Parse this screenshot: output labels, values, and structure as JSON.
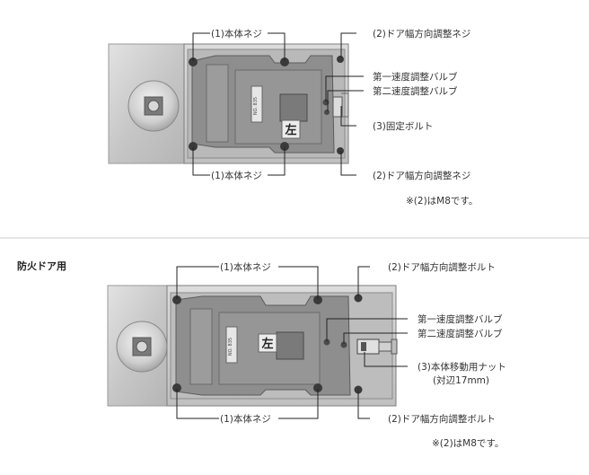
{
  "section1": {
    "labels": {
      "screw1_top": "(1)本体ネジ",
      "screw2_top": "(2)ドア幅方向調整ネジ",
      "valve1": "第一速度調整バルブ",
      "valve2": "第二速度調整バルブ",
      "bolt3": "(3)固定ボルト",
      "screw1_bottom": "(1)本体ネジ",
      "screw2_bottom": "(2)ドア幅方向調整ネジ",
      "note": "※(2)はM8です。"
    },
    "plate": {
      "mark": "左",
      "number": "NO. 835"
    }
  },
  "section2": {
    "title": "防火ドア用",
    "labels": {
      "screw1_top": "(1)本体ネジ",
      "bolt2_top": "(2)ドア幅方向調整ボルト",
      "valve1": "第一速度調整バルブ",
      "valve2": "第二速度調整バルブ",
      "nut3": "(3)本体移動用ナット",
      "nut3_sub": "(対辺17mm)",
      "screw1_bottom": "(1)本体ネジ",
      "bolt2_bottom": "(2)ドア幅方向調整ボルト",
      "note": "※(2)はM8です。"
    },
    "plate": {
      "mark": "左",
      "number": "NO. 835"
    }
  },
  "colors": {
    "steel": "#c8c8c8",
    "body": "#8d8d8d",
    "frame": "#d4d4d4",
    "leader": "#222222",
    "divider": "#cccccc"
  }
}
